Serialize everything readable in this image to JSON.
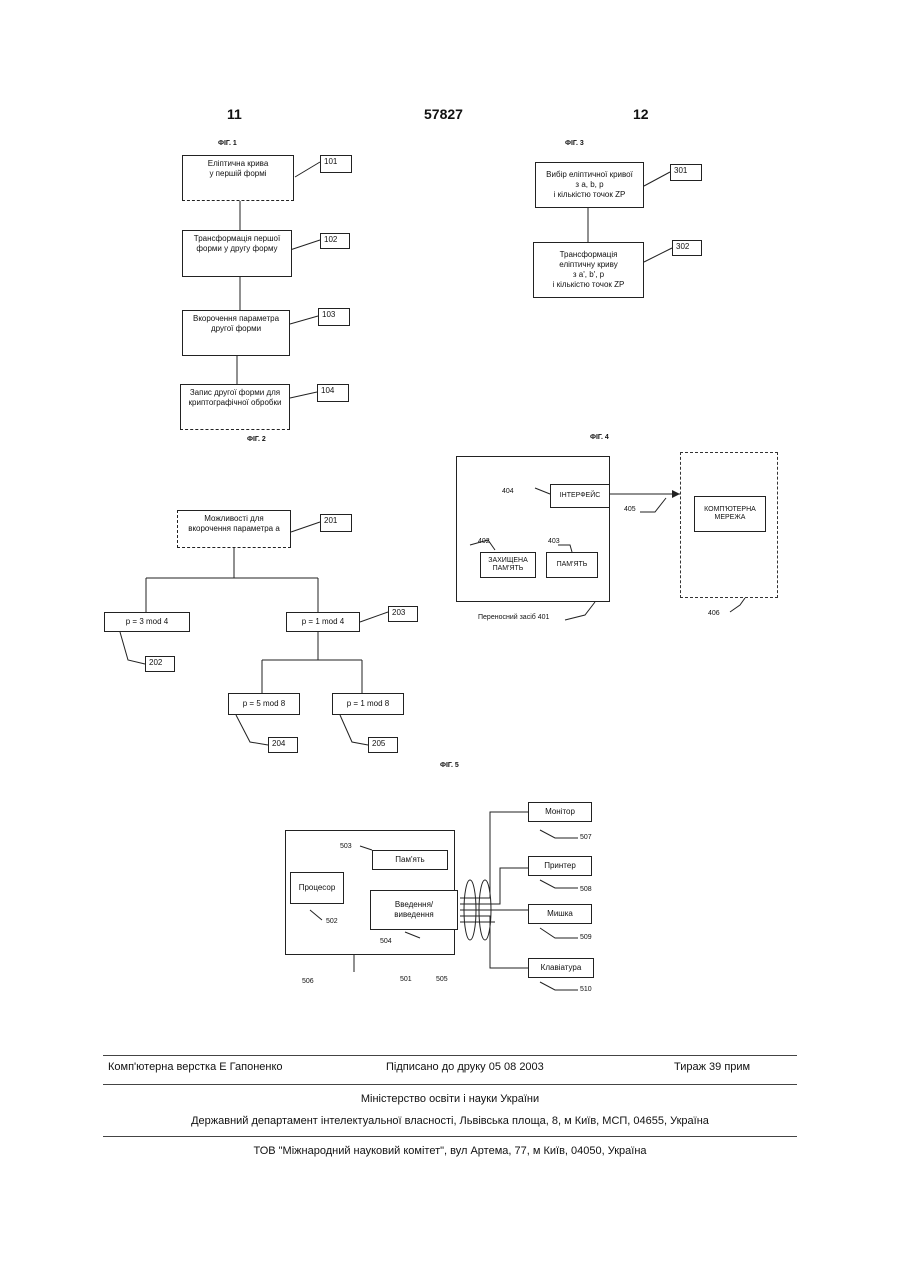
{
  "header": {
    "left_page": "11",
    "doc_number": "57827",
    "right_page": "12"
  },
  "fig1": {
    "label": "ФІГ. 1",
    "boxes": [
      {
        "text": "Еліптична крива\nу першій формі",
        "ref": "101"
      },
      {
        "text": "Трансформація першої\nформи у другу форму",
        "ref": "102"
      },
      {
        "text": "Вкорочення параметра\nдругої форми",
        "ref": "103"
      },
      {
        "text": "Запис другої форми для\nкриптографічної обробки",
        "ref": "104"
      }
    ]
  },
  "fig2": {
    "label": "ФІГ. 2",
    "root": {
      "text": "Можливості для\nвкорочення параметра a",
      "ref": "201"
    },
    "left": {
      "text": "p = 3 mod 4",
      "ref": "202"
    },
    "right": {
      "text": "p = 1 mod 4",
      "ref": "203"
    },
    "ll": {
      "text": "p = 5 mod 8",
      "ref": "204"
    },
    "lr": {
      "text": "p = 1 mod 8",
      "ref": "205"
    }
  },
  "fig3": {
    "label": "ФІГ. 3",
    "boxes": [
      {
        "text": "Вибір еліптичної кривої\nз a, b, p\nі кількістю точок ZP",
        "ref": "301"
      },
      {
        "text": "Трансформація\nеліптичну криву\nз a', b', p\nі кількістю точок ZP",
        "ref": "302"
      }
    ]
  },
  "fig4": {
    "label": "ФІГ. 4",
    "interface": "ІНТЕРФЕЙС",
    "protected_memory": "ЗАХИЩЕНА\nПАМ'ЯТЬ",
    "memory": "ПАМ'ЯТЬ",
    "network": "КОМП'ЮТЕРНА\nМЕРЕЖА",
    "carrier": "Переносний засіб 401",
    "refs": {
      "interface": "404",
      "link": "405",
      "prot": "402",
      "mem": "403",
      "net": "406"
    }
  },
  "fig5": {
    "label": "ФІГ. 5",
    "memory": "Пам'ять",
    "processor": "Процесор",
    "io": "Введення/\nвиведення",
    "monitor": "Монітор",
    "printer": "Принтер",
    "mouse": "Мишка",
    "keyboard": "Клавіатура",
    "refs": {
      "mem": "503",
      "proc": "502",
      "io": "504",
      "bus": "506",
      "box": "501",
      "cable": "505",
      "monitor": "507",
      "printer": "508",
      "mouse": "509",
      "keyboard": "510"
    }
  },
  "footer": {
    "layout": "Комп'ютерна верстка Е  Гапоненко",
    "signed": "Підписано до друку 05 08 2003",
    "circulation": "Тираж 39 прим",
    "ministry": "Міністерство освіти і науки України",
    "department": "Державний департамент інтелектуальної власності, Львівська площа, 8, м  Київ, МСП, 04655, Україна",
    "printer": "ТОВ \"Міжнародний науковий комітет\", вул  Артема, 77, м  Київ, 04050, Україна"
  }
}
